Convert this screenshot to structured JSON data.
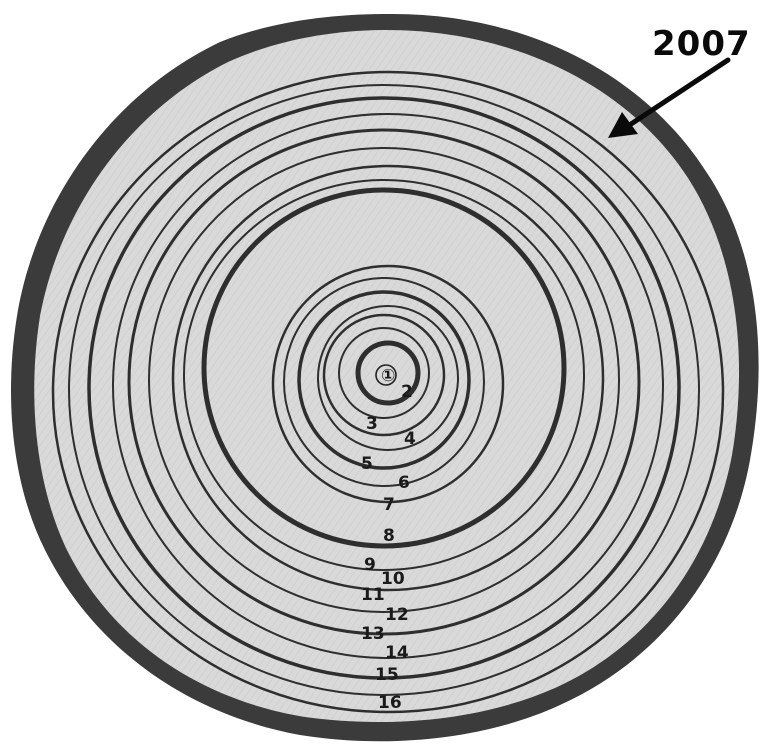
{
  "year_label": "2007",
  "ring_labels": [
    "①",
    "2",
    "3",
    "4",
    "5",
    "6",
    "7",
    "8",
    "9",
    "10",
    "11",
    "12",
    "13",
    "14",
    "15",
    "16"
  ],
  "colors": {
    "wood": "#d6d6d6",
    "bark": "#3a3a3a",
    "ring": "#2e2e2e",
    "text": "#111111"
  }
}
